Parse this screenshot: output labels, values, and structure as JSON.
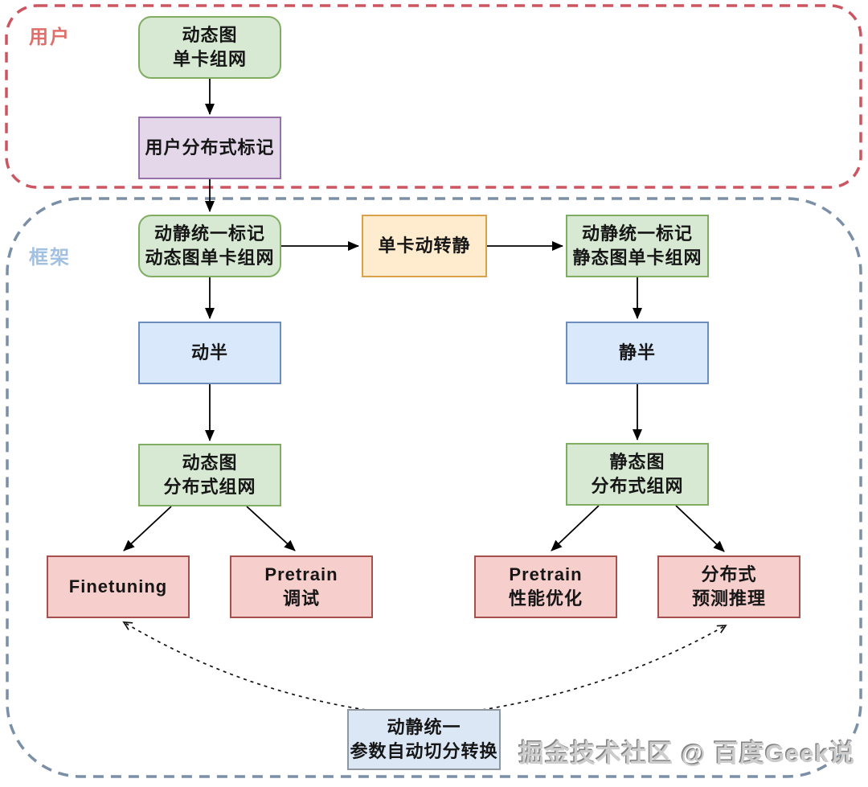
{
  "regions": {
    "user": {
      "label": "用户"
    },
    "framework": {
      "label": "框架"
    }
  },
  "nodes": {
    "dynamic_single_card": {
      "line1": "动态图",
      "line2": "单卡组网"
    },
    "user_distributed_mark": {
      "line1": "用户分布式标记"
    },
    "unified_mark_dynamic": {
      "line1": "动静统一标记",
      "line2": "动态图单卡组网"
    },
    "single_card_dyn2static": {
      "line1": "单卡动转静"
    },
    "unified_mark_static": {
      "line1": "动静统一标记",
      "line2": "静态图单卡组网"
    },
    "dynamic_semi": {
      "line1": "动半"
    },
    "static_semi": {
      "line1": "静半"
    },
    "dynamic_distributed": {
      "line1": "动态图",
      "line2": "分布式组网"
    },
    "static_distributed": {
      "line1": "静态图",
      "line2": "分布式组网"
    },
    "finetuning": {
      "line1": "Finetuning"
    },
    "pretrain_debug": {
      "line1": "Pretrain",
      "line2": "调试"
    },
    "pretrain_perf": {
      "line1": "Pretrain",
      "line2": "性能优化"
    },
    "distributed_inference": {
      "line1": "分布式",
      "line2": "预测推理"
    },
    "param_auto_convert": {
      "line1": "动静统一",
      "line2": "参数自动切分转换"
    }
  },
  "watermark": {
    "text": "掘金技术社区 @ 百度Geek说"
  },
  "colors": {
    "user_region_border": "#cb5560",
    "user_region_label": "#e06e6a",
    "framework_region_border": "#7b8fa6",
    "framework_region_label": "#a2c0e2",
    "green_fill": "#d7e9d2",
    "green_border": "#7fae63",
    "purple_fill": "#e3d7e9",
    "purple_border": "#9673a6",
    "orange_fill": "#ffeccf",
    "orange_border": "#d9a24a",
    "blue_fill": "#d9e8fb",
    "blue_border": "#6c8ebf",
    "pink_fill": "#f6cecc",
    "pink_border": "#a5504d",
    "convert_fill": "#dce7f6",
    "convert_border": "#8e979f",
    "arrow": "#000000"
  }
}
